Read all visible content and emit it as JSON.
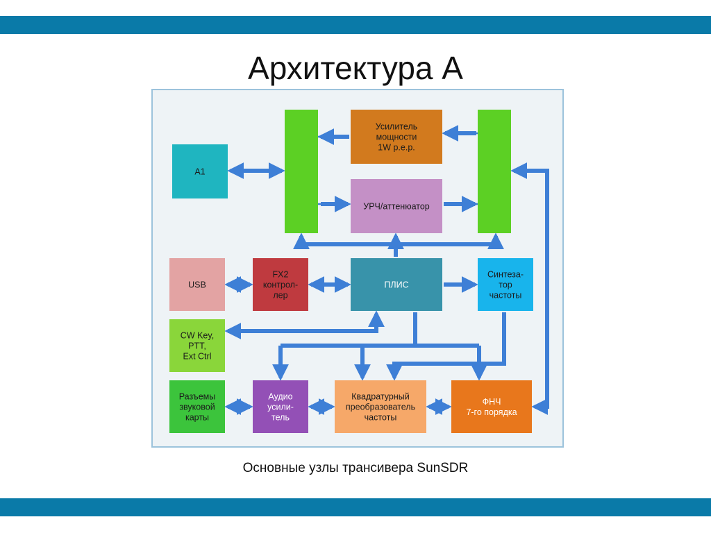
{
  "slide": {
    "title": "Архитектура А",
    "caption": "Основные узлы трансивера SunSDR"
  },
  "colors": {
    "band": "#0a7aa8",
    "diagram_background": "#eef3f6",
    "arrow": "#3e7fd6",
    "switch_block": "#5cd024",
    "amp": "#d27a1e",
    "lna": "#c490c6",
    "a1": "#1fb5c0",
    "usb": "#e3a3a3",
    "fx2": "#bf3a3f",
    "fpga": "#3893aa",
    "synth": "#18b4ec",
    "cwkey": "#8ad63a",
    "audio_conn": "#3cc43c",
    "audio_amp": "#9350b6",
    "quad": "#f6a869",
    "lpf": "#e8771c"
  },
  "diagram": {
    "blocks": [
      {
        "id": "a1",
        "lines": [
          "A1"
        ],
        "text_color": "#1b1b1b"
      },
      {
        "id": "amp",
        "lines": [
          "Усилитель",
          "мощности",
          "1W p.e.p."
        ],
        "text_color": "#1b1b1b"
      },
      {
        "id": "lna",
        "lines": [
          "УРЧ/аттенюатор"
        ],
        "text_color": "#1b1b1b"
      },
      {
        "id": "usb",
        "lines": [
          "USB"
        ],
        "text_color": "#1b1b1b"
      },
      {
        "id": "fx2",
        "lines": [
          "FX2",
          "контрол-",
          "лер"
        ],
        "text_color": "#1b1b1b"
      },
      {
        "id": "fpga",
        "lines": [
          "ПЛИС"
        ],
        "text_color": "#ffffff"
      },
      {
        "id": "synth",
        "lines": [
          "Синтеза-",
          "тор",
          "частоты"
        ],
        "text_color": "#1b1b1b"
      },
      {
        "id": "cwkey",
        "lines": [
          "CW Key,",
          "PTT,",
          "Ext Ctrl"
        ],
        "text_color": "#1b1b1b"
      },
      {
        "id": "audio_conn",
        "lines": [
          "Разъемы",
          "звуковой",
          "карты"
        ],
        "text_color": "#1b1b1b"
      },
      {
        "id": "audio_amp",
        "lines": [
          "Аудио",
          "усили-",
          "тель"
        ],
        "text_color": "#ffffff"
      },
      {
        "id": "quad",
        "lines": [
          "Квадратурный",
          "преобразователь",
          "частоты"
        ],
        "text_color": "#1b1b1b"
      },
      {
        "id": "lpf",
        "lines": [
          "ФНЧ",
          "7-го порядка"
        ],
        "text_color": "#ffffff"
      }
    ]
  }
}
